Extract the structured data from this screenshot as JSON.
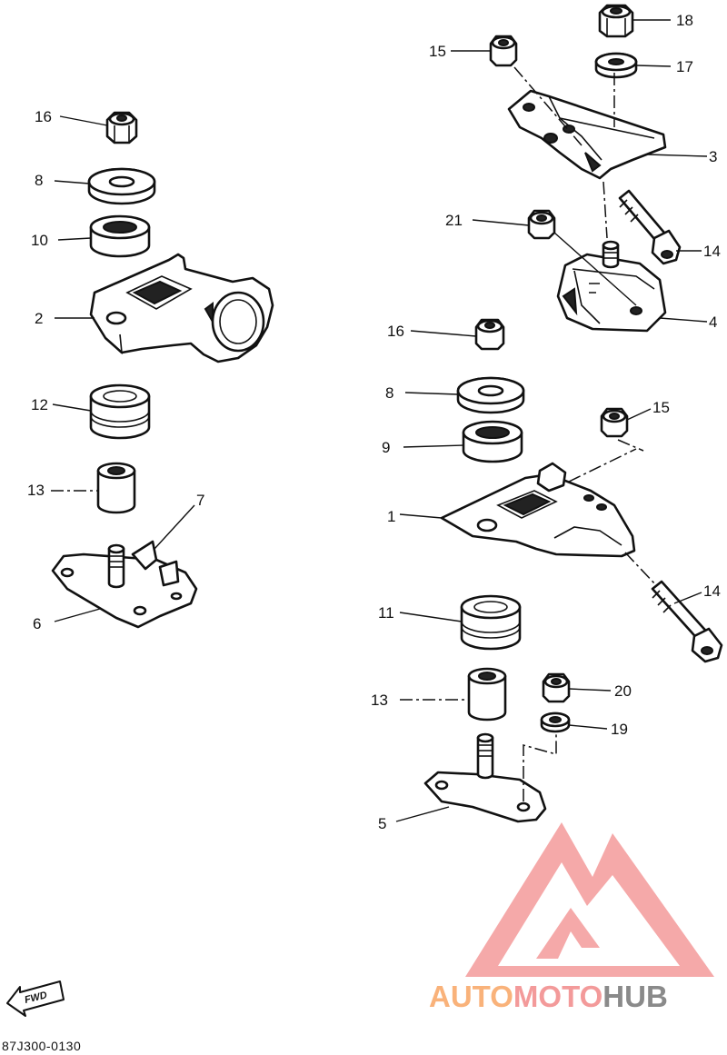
{
  "callouts": {
    "c1": "1",
    "c2": "2",
    "c3": "3",
    "c4": "4",
    "c5": "5",
    "c6": "6",
    "c7": "7",
    "c8_left": "8",
    "c8_right": "8",
    "c9": "9",
    "c10": "10",
    "c11": "11",
    "c12": "12",
    "c13_left": "13",
    "c13_right": "13",
    "c14_top": "14",
    "c14_bottom": "14",
    "c15_top": "15",
    "c15_mid": "15",
    "c16_left": "16",
    "c16_right": "16",
    "c17": "17",
    "c18": "18",
    "c19": "19",
    "c20": "20",
    "c21": "21"
  },
  "fwd_label": "FWD",
  "drawing_code": "87J300-0130",
  "watermark": {
    "part1": "AUTO",
    "part2": "MOTO",
    "part3": "HUB",
    "color_orange": "#f9b27a",
    "color_pink": "#f39a9a",
    "color_gray": "#8a8a8a"
  },
  "icons": {
    "direction": "fwd-arrow-icon",
    "brand": "automotohub-logo-icon"
  }
}
